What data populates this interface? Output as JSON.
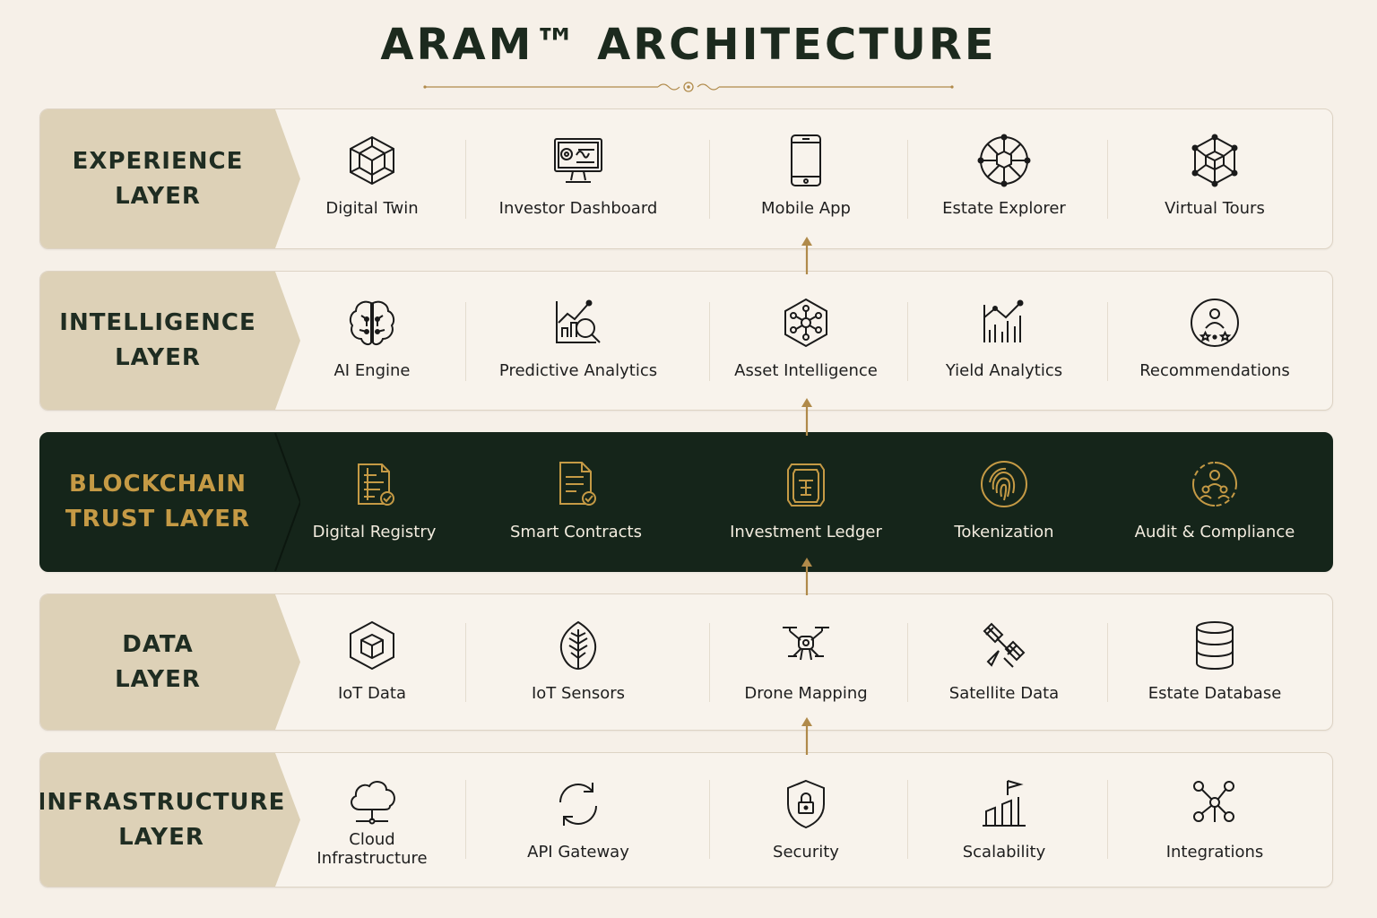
{
  "title": "ARAM™ ARCHITECTURE",
  "colors": {
    "gold": "#b08a4a",
    "dark": "#15251a",
    "label_bg": "#ddd1b7",
    "cream": "#f6f0e8"
  },
  "layers": [
    {
      "label_line1": "EXPERIENCE",
      "label_line2": "LAYER",
      "items": [
        {
          "label": "Digital Twin",
          "icon": "cube-icon"
        },
        {
          "label": "Investor Dashboard",
          "icon": "monitor-dashboard-icon"
        },
        {
          "label": "Mobile App",
          "icon": "smartphone-icon"
        },
        {
          "label": "Estate Explorer",
          "icon": "globe-network-icon"
        },
        {
          "label": "Virtual Tours",
          "icon": "cube-network-icon"
        }
      ]
    },
    {
      "label_line1": "INTELLIGENCE",
      "label_line2": "LAYER",
      "items": [
        {
          "label": "AI Engine",
          "icon": "brain-icon"
        },
        {
          "label": "Predictive Analytics",
          "icon": "chart-magnifier-icon"
        },
        {
          "label": "Asset Intelligence",
          "icon": "hexagon-network-icon"
        },
        {
          "label": "Yield Analytics",
          "icon": "bar-chart-trend-icon"
        },
        {
          "label": "Recommendations",
          "icon": "user-stars-icon"
        }
      ]
    },
    {
      "label_line1": "BLOCKCHAIN",
      "label_line2": "TRUST LAYER",
      "items": [
        {
          "label": "Digital Registry",
          "icon": "registry-document-icon"
        },
        {
          "label": "Smart Contracts",
          "icon": "contract-check-icon"
        },
        {
          "label": "Investment Ledger",
          "icon": "ledger-icon"
        },
        {
          "label": "Tokenization",
          "icon": "fingerprint-icon"
        },
        {
          "label": "Audit & Compliance",
          "icon": "audit-people-icon"
        }
      ]
    },
    {
      "label_line1": "DATA",
      "label_line2": "LAYER",
      "items": [
        {
          "label": "IoT Data",
          "icon": "iot-cube-icon"
        },
        {
          "label": "IoT Sensors",
          "icon": "leaf-sensor-icon"
        },
        {
          "label": "Drone Mapping",
          "icon": "drone-icon"
        },
        {
          "label": "Satellite Data",
          "icon": "satellite-icon"
        },
        {
          "label": "Estate Database",
          "icon": "database-icon"
        }
      ]
    },
    {
      "label_line1": "INFRASTRUCTURE",
      "label_line2": "LAYER",
      "items": [
        {
          "label": "Cloud",
          "label2": "Infrastructure",
          "icon": "cloud-icon"
        },
        {
          "label": "API Gateway",
          "icon": "sync-arrows-icon"
        },
        {
          "label": "Security",
          "icon": "shield-lock-icon"
        },
        {
          "label": "Scalability",
          "icon": "flag-bars-icon"
        },
        {
          "label": "Integrations",
          "icon": "nodes-icon"
        }
      ]
    }
  ]
}
